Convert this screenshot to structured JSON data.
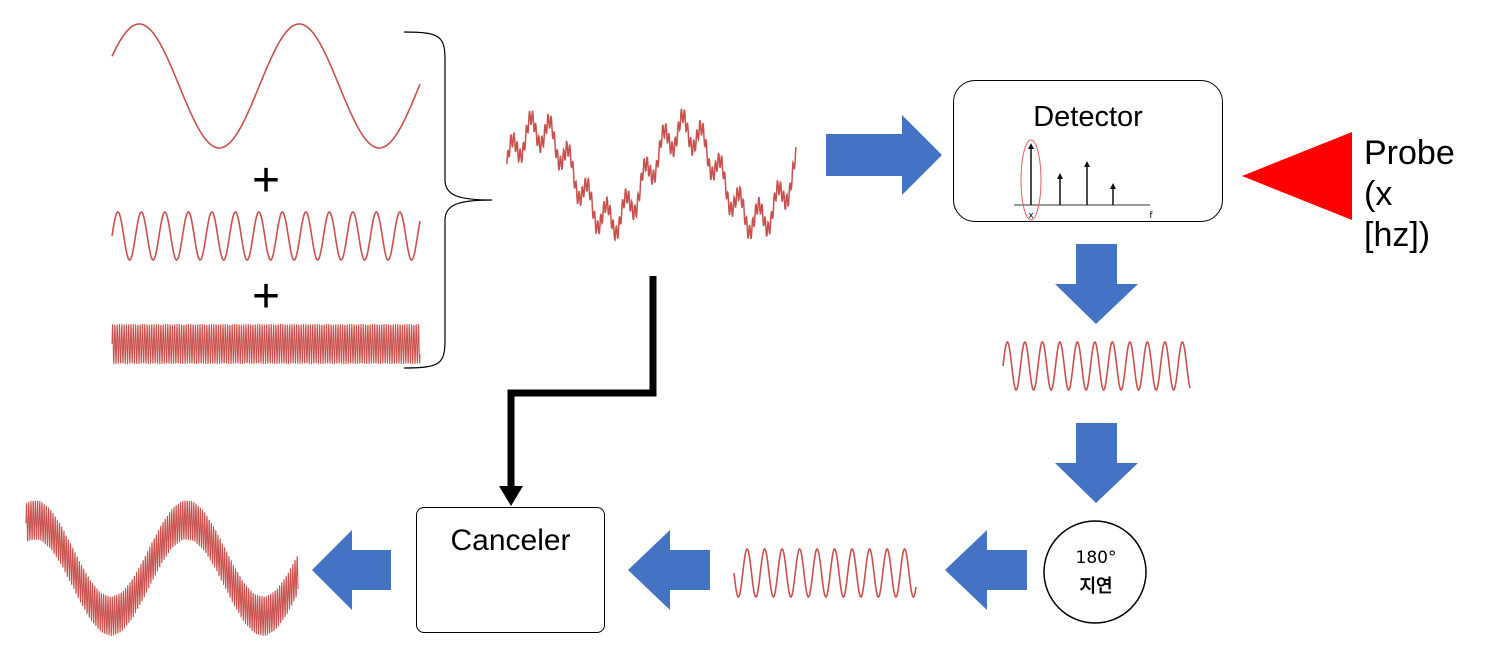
{
  "detector": {
    "label": "Detector",
    "spectrum_x_label": "x",
    "spectrum_f_label": "f"
  },
  "canceler": {
    "label": "Canceler"
  },
  "delay": {
    "line1": "180°",
    "line2": "지연"
  },
  "probe": {
    "line1": "Probe",
    "line2": "(x",
    "line3": "[hz])"
  },
  "operators": {
    "plus": "+"
  },
  "colors": {
    "wave": "#c9504c",
    "arrow": "#4472c4",
    "probe": "#ff0000",
    "line": "#000000"
  }
}
